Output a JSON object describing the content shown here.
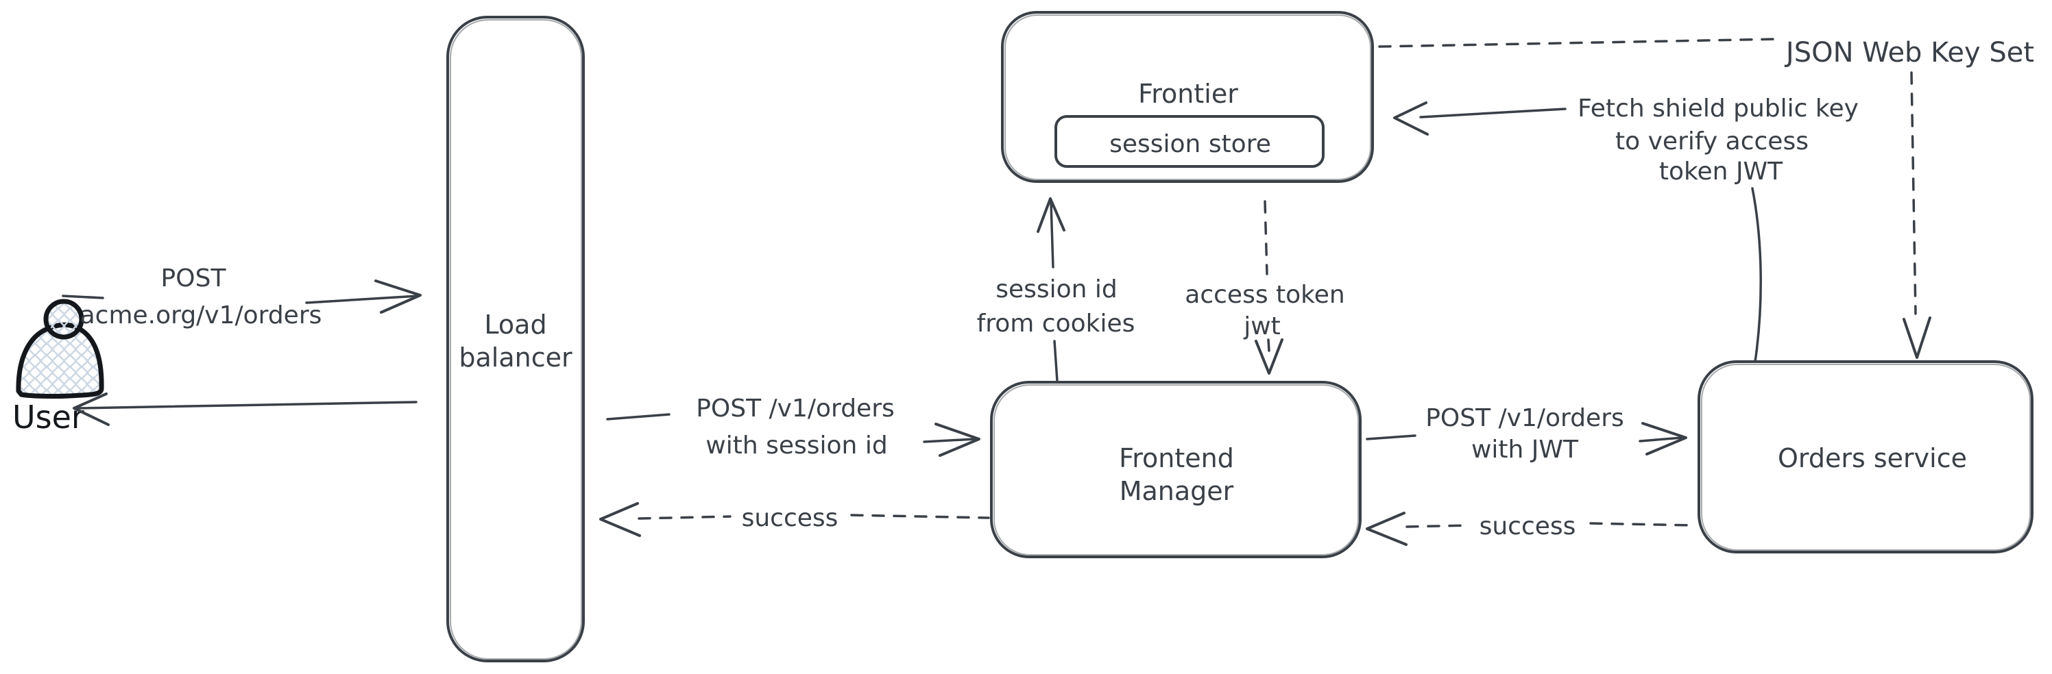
{
  "colors": {
    "ink": "#3a4047",
    "user_ink": "#14171b",
    "hatch": "#ccd7e3",
    "background": "#ffffff"
  },
  "nodes": {
    "user": {
      "label": "User"
    },
    "load_balancer": {
      "line1": "Load",
      "line2": "balancer"
    },
    "frontier": {
      "label": "Frontier",
      "session_store_label": "session store"
    },
    "frontend_manager": {
      "line1": "Frontend",
      "line2": "Manager"
    },
    "orders_service": {
      "label": "Orders service"
    }
  },
  "edges": {
    "user_to_lb": {
      "line1": "POST",
      "line2": "acme.org/v1/orders"
    },
    "lb_to_fm": {
      "line1": "POST /v1/orders",
      "line2": "with session id"
    },
    "fm_to_lb": {
      "label": "success"
    },
    "fm_to_frontier": {
      "line1": "session id",
      "line2": "from cookies"
    },
    "frontier_to_fm": {
      "line1": "access token",
      "line2": "jwt"
    },
    "fm_to_os": {
      "line1": "POST /v1/orders",
      "line2": "with JWT"
    },
    "os_to_fm": {
      "label": "success"
    },
    "jwks": {
      "label": "JSON Web Key Set"
    },
    "os_to_frontier": {
      "line1": "Fetch shield public key",
      "line2": "to verify access",
      "line3": "token JWT"
    }
  }
}
